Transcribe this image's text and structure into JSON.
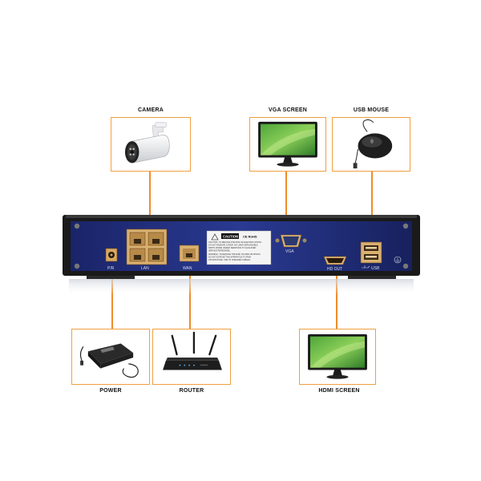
{
  "devices": {
    "camera": "CAMERA",
    "vga_screen": "VGA SCREEN",
    "usb_mouse": "USB MOUSE",
    "power": "POWER",
    "router": "ROUTER",
    "hdmi_screen": "HDMI SCREEN"
  },
  "ports": {
    "power": "P/R",
    "lan": "LAN",
    "wan": "WAN",
    "vga": "VGA",
    "hdmi": "HD OUT",
    "usb": "USB"
  },
  "caution": {
    "heading": "CAUTION",
    "marks": "CE RoHS",
    "lines": [
      "CAUTION: TO REDUCE THE RISK OF ELECTRIC SHOCK",
      "DO NOT REMOVE COVER. NO USER SERVICEABLE",
      "PARTS INSIDE. REFER SERVICING TO QUALIFIED",
      "SERVICE PERSONNEL.",
      "WARNING: TO REDUCE THE RISK OF FIRE OR SHOCK",
      "DO NOT EXPOSE THIS APPARATUS TO RAIN",
      "OR MOISTURE. USE TO SHIELDED CABLES."
    ]
  },
  "colors": {
    "accent": "#f08c2a",
    "panel": "#1c2a78",
    "chassis": "#1a1a1a",
    "port_gold": "#e0b070"
  }
}
